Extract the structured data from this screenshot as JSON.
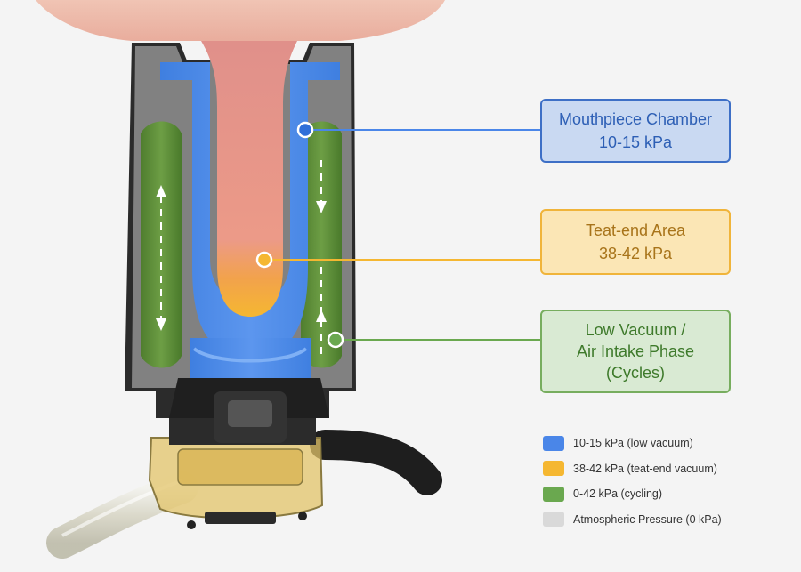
{
  "colors": {
    "blue": "#4a86e8",
    "orange": "#f5b731",
    "green": "#6aa84f",
    "gray": "#d9d9d9",
    "callout_blue_bg": "#c9d9f2",
    "callout_blue_border": "#3d6fc6",
    "callout_blue_text": "#2d5fb5",
    "callout_orange_bg": "#fbe6b5",
    "callout_orange_border": "#f0b43a",
    "callout_orange_text": "#a8741a",
    "callout_green_bg": "#d9ead3",
    "callout_green_border": "#77ad5e",
    "callout_green_text": "#3e7a2b"
  },
  "callouts": {
    "mouthpiece": {
      "line1": "Mouthpiece Chamber",
      "line2": "10-15 kPa"
    },
    "teat_end": {
      "line1": "Teat-end Area",
      "line2": "38-42 kPa"
    },
    "low_vacuum": {
      "line1": "Low Vacuum /",
      "line2": "Air Intake Phase",
      "line3": "(Cycles)"
    }
  },
  "legend": [
    {
      "label": "10-15 kPa (low vacuum)",
      "color": "#4a86e8"
    },
    {
      "label": "38-42 kPa (teat-end vacuum)",
      "color": "#f5b731"
    },
    {
      "label": "0-42 kPa (cycling)",
      "color": "#6aa84f"
    },
    {
      "label": "Atmospheric Pressure (0 kPa)",
      "color": "#d9d9d9"
    }
  ]
}
